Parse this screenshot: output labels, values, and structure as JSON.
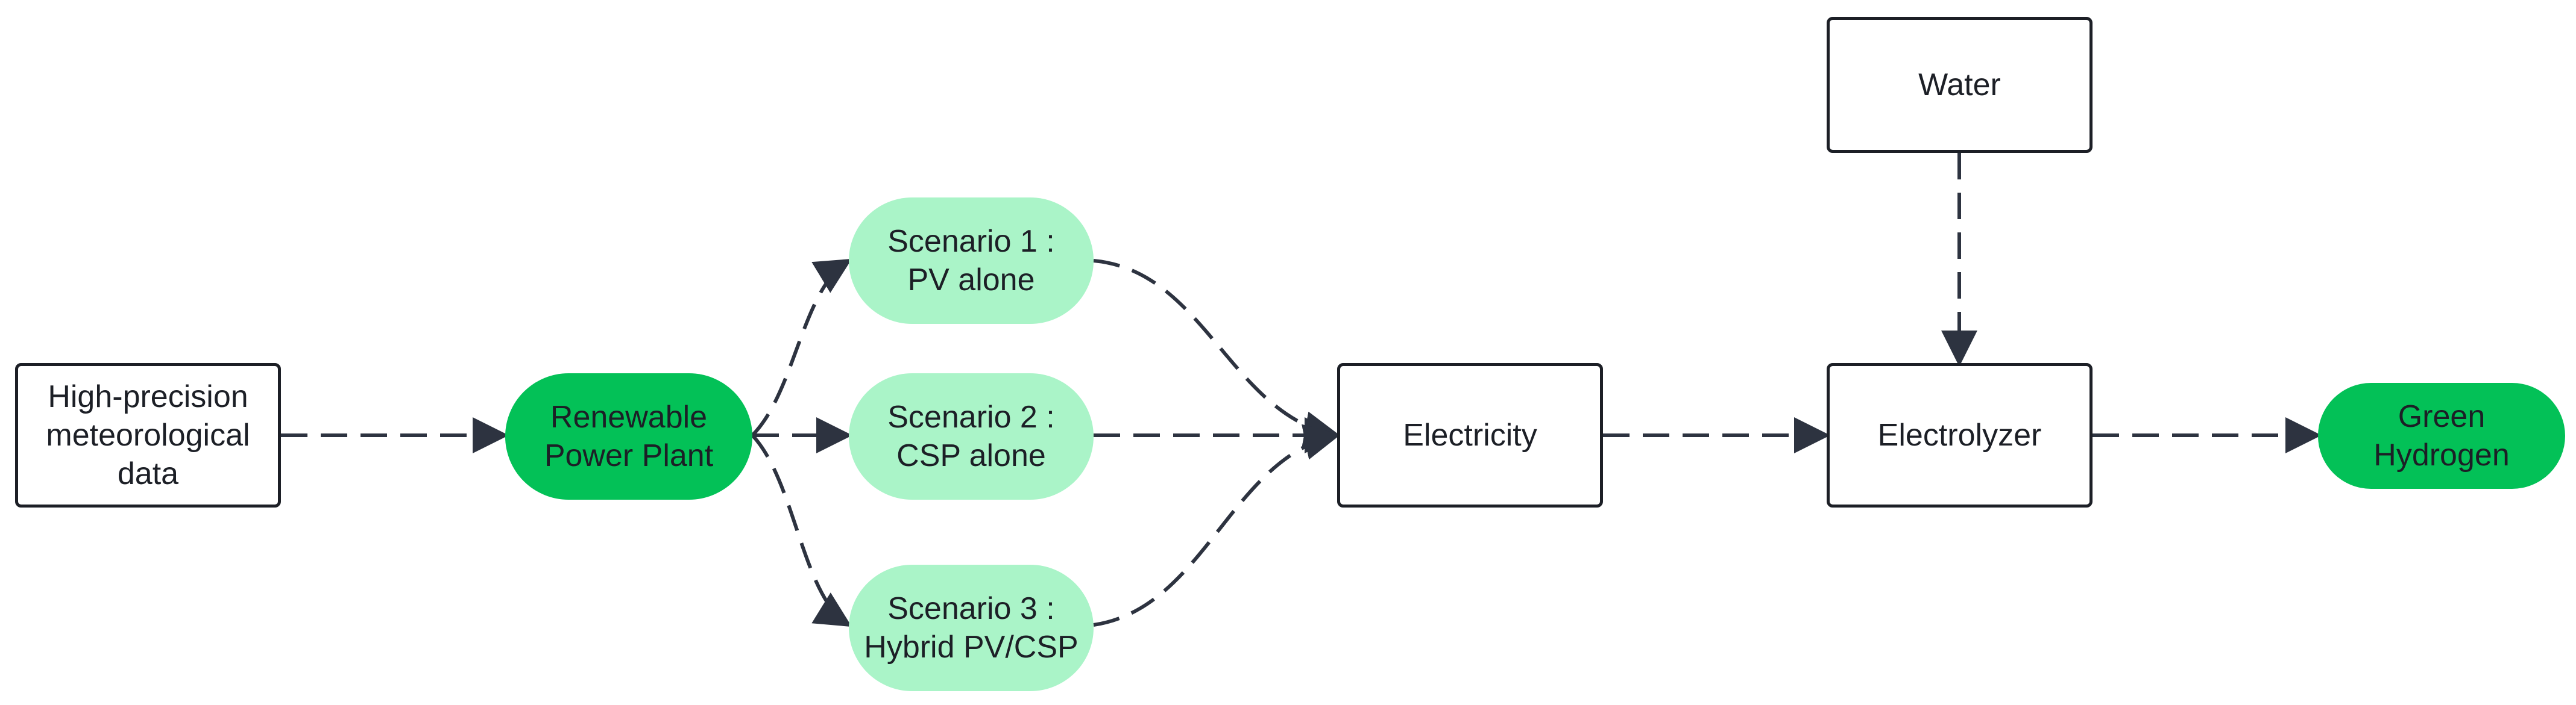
{
  "nodes": {
    "data": "High-precision\nmeteorological\ndata",
    "plant": "Renewable\nPower Plant",
    "scenario1": "Scenario 1 :\nPV alone",
    "scenario2": "Scenario 2 :\nCSP alone",
    "scenario3": "Scenario 3 :\nHybrid PV/CSP",
    "electricity": "Electricity",
    "electrolyzer": "Electrolyzer",
    "water": "Water",
    "hydrogen": "Green\nHydrogen"
  },
  "colors": {
    "dark_green": "#03c157",
    "light_green": "#aaf4c8",
    "stroke": "#1c1f26",
    "background": "#ffffff"
  }
}
